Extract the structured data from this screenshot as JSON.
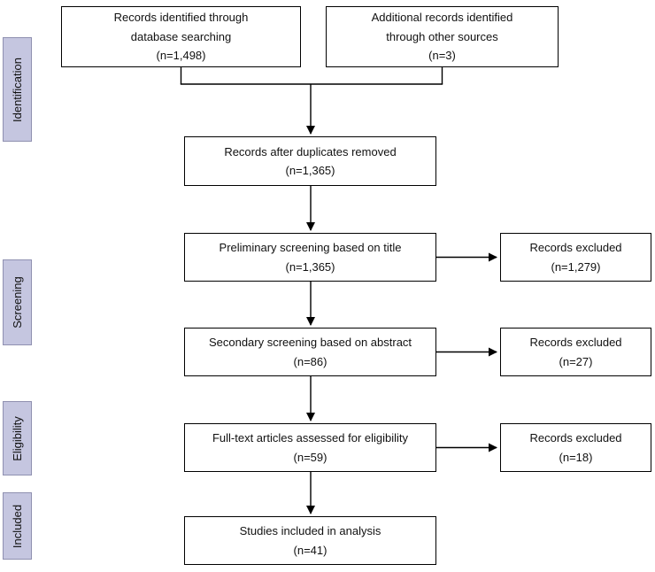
{
  "colors": {
    "stage_label_bg": "#c5c6e0",
    "stage_label_border": "#8f90b0",
    "box_border": "#000000",
    "box_bg": "#ffffff",
    "arrow": "#000000"
  },
  "stages": [
    {
      "id": "identification",
      "label": "Identification"
    },
    {
      "id": "screening",
      "label": "Screening"
    },
    {
      "id": "eligibility",
      "label": "Eligibility"
    },
    {
      "id": "included",
      "label": "Included"
    }
  ],
  "boxes": [
    {
      "id": "records-database",
      "text": "Records identified through\ndatabase searching\n(n=1,498)"
    },
    {
      "id": "records-other-sources",
      "text": "Additional records identified\nthrough other sources\n(n=3)"
    },
    {
      "id": "after-duplicates-removed",
      "text": "Records after duplicates removed\n(n=1,365)"
    },
    {
      "id": "preliminary-title-screening",
      "text": "Preliminary screening based on title\n(n=1,365)"
    },
    {
      "id": "excluded-after-title",
      "text": "Records excluded\n(n=1,279)"
    },
    {
      "id": "secondary-abstract-screening",
      "text": "Secondary screening based on abstract\n(n=86)"
    },
    {
      "id": "excluded-after-abstract",
      "text": "Records excluded\n(n=27)"
    },
    {
      "id": "fulltext-eligibility",
      "text": "Full-text articles assessed for eligibility\n(n=59)"
    },
    {
      "id": "excluded-after-fulltext",
      "text": "Records excluded\n(n=18)"
    },
    {
      "id": "studies-included",
      "text": "Studies included in analysis\n(n=41)"
    }
  ]
}
